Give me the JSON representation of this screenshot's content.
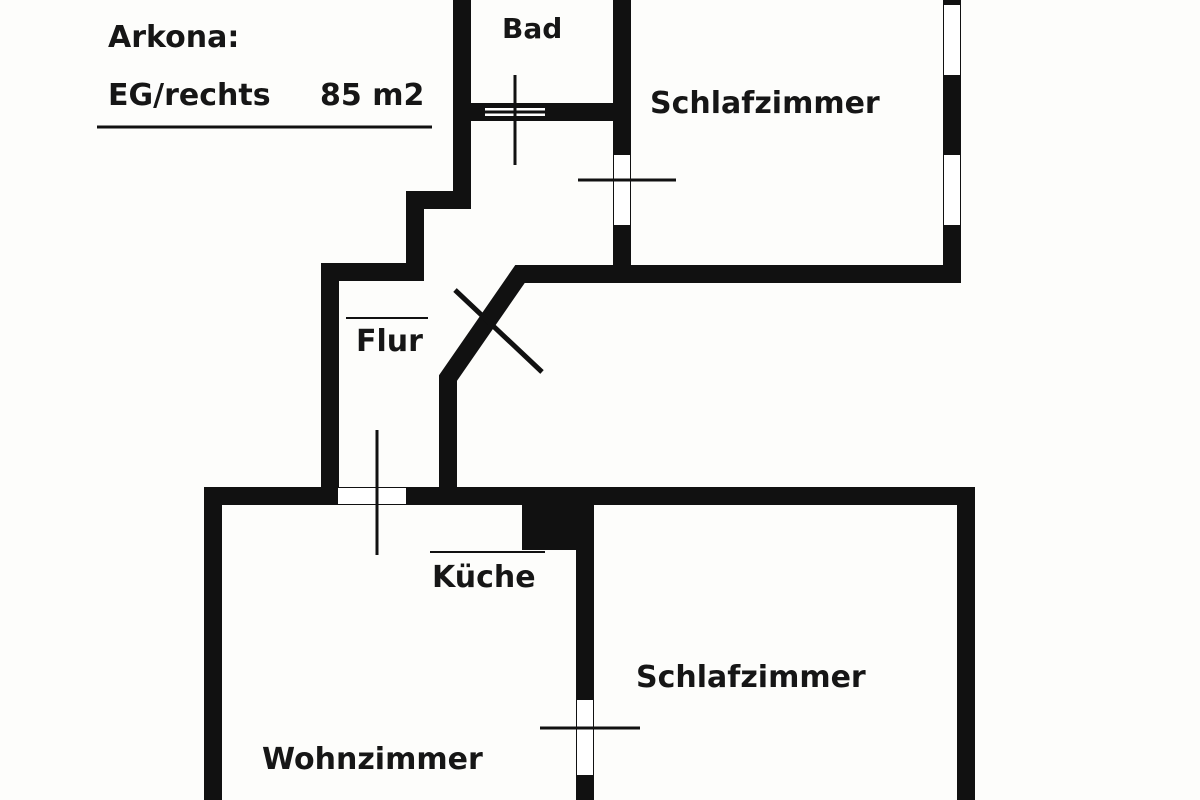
{
  "header": {
    "building": "Arkona:",
    "unit": "EG/rechts",
    "area": "85 m2"
  },
  "rooms": {
    "bath": "Bad",
    "bedroom_top": "Schlafzimmer",
    "hall": "Flur",
    "kitchen": "Küche",
    "bedroom_bottom": "Schlafzimmer",
    "living": "Wohnzimmer"
  },
  "colors": {
    "wall": "#111111",
    "paper": "#fdfdfb"
  }
}
